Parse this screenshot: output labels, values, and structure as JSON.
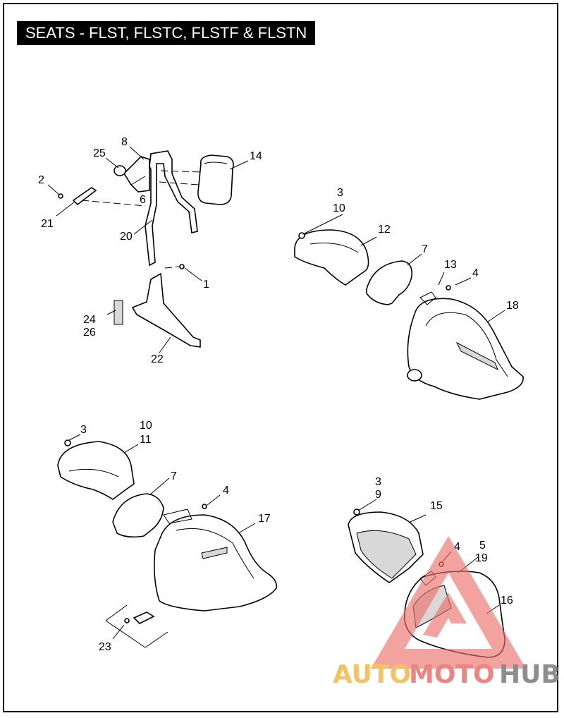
{
  "header": {
    "title": "SEATS - FLST, FLSTC, FLSTF & FLSTN"
  },
  "callouts": [
    {
      "id": "c25",
      "label": "25"
    },
    {
      "id": "c8",
      "label": "8"
    },
    {
      "id": "c14",
      "label": "14"
    },
    {
      "id": "c2",
      "label": "2"
    },
    {
      "id": "c6",
      "label": "6"
    },
    {
      "id": "c21",
      "label": "21"
    },
    {
      "id": "c20",
      "label": "20"
    },
    {
      "id": "c1",
      "label": "1"
    },
    {
      "id": "c24",
      "label": "24"
    },
    {
      "id": "c26",
      "label": "26"
    },
    {
      "id": "c22",
      "label": "22"
    },
    {
      "id": "c3a",
      "label": "3"
    },
    {
      "id": "c10a",
      "label": "10"
    },
    {
      "id": "c12",
      "label": "12"
    },
    {
      "id": "c7a",
      "label": "7"
    },
    {
      "id": "c13",
      "label": "13"
    },
    {
      "id": "c4a",
      "label": "4"
    },
    {
      "id": "c18",
      "label": "18"
    },
    {
      "id": "c3b",
      "label": "3"
    },
    {
      "id": "c10b",
      "label": "10"
    },
    {
      "id": "c11",
      "label": "11"
    },
    {
      "id": "c7b",
      "label": "7"
    },
    {
      "id": "c4b",
      "label": "4"
    },
    {
      "id": "c17",
      "label": "17"
    },
    {
      "id": "c23",
      "label": "23"
    },
    {
      "id": "c3c",
      "label": "3"
    },
    {
      "id": "c9",
      "label": "9"
    },
    {
      "id": "c15",
      "label": "15"
    },
    {
      "id": "c4c",
      "label": "4"
    },
    {
      "id": "c5",
      "label": "5"
    },
    {
      "id": "c19",
      "label": "19"
    },
    {
      "id": "c16",
      "label": "16"
    }
  ],
  "watermark": {
    "part1": "AUTO",
    "part2": "MOTO",
    "part3": "HUB",
    "color_orange": "#f2b84b",
    "color_red": "#ec6f6a",
    "color_gray": "#7a7a7a"
  }
}
